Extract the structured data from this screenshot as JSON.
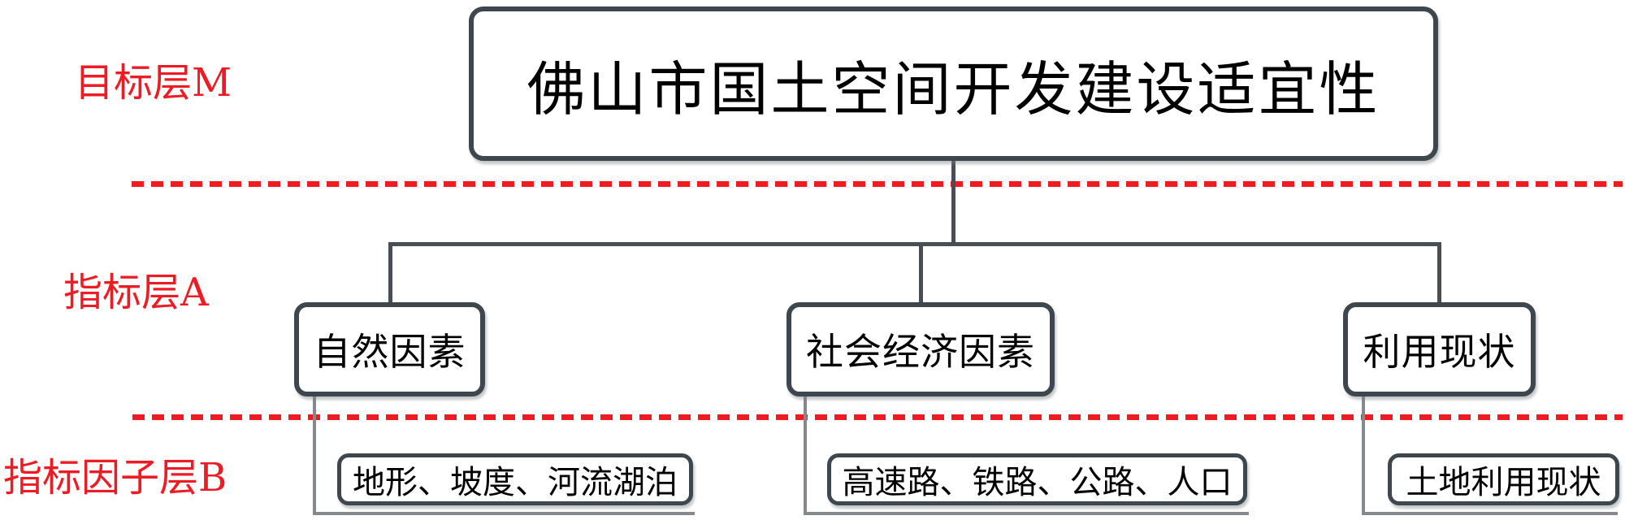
{
  "diagram": {
    "layer_labels": [
      {
        "label": "目标层M"
      },
      {
        "label": "指标层A"
      },
      {
        "label": "指标因子层B"
      }
    ],
    "goal": {
      "text": "佛山市国土空间开发建设适宜性"
    },
    "criteria": [
      {
        "text": "自然因素"
      },
      {
        "text": "社会经济因素"
      },
      {
        "text": "利用现状"
      }
    ],
    "factors": [
      {
        "text": "地形、坡度、河流湖泊"
      },
      {
        "text": "高速路、铁路、公路、人口"
      },
      {
        "text": "土地利用现状"
      }
    ],
    "colors": {
      "layer_label_red": "#ED1C24",
      "separator_red": "#EE1B21",
      "node_border": "#3F474E",
      "connector_dark": "#474E55",
      "connector_light": "#85898D"
    }
  }
}
